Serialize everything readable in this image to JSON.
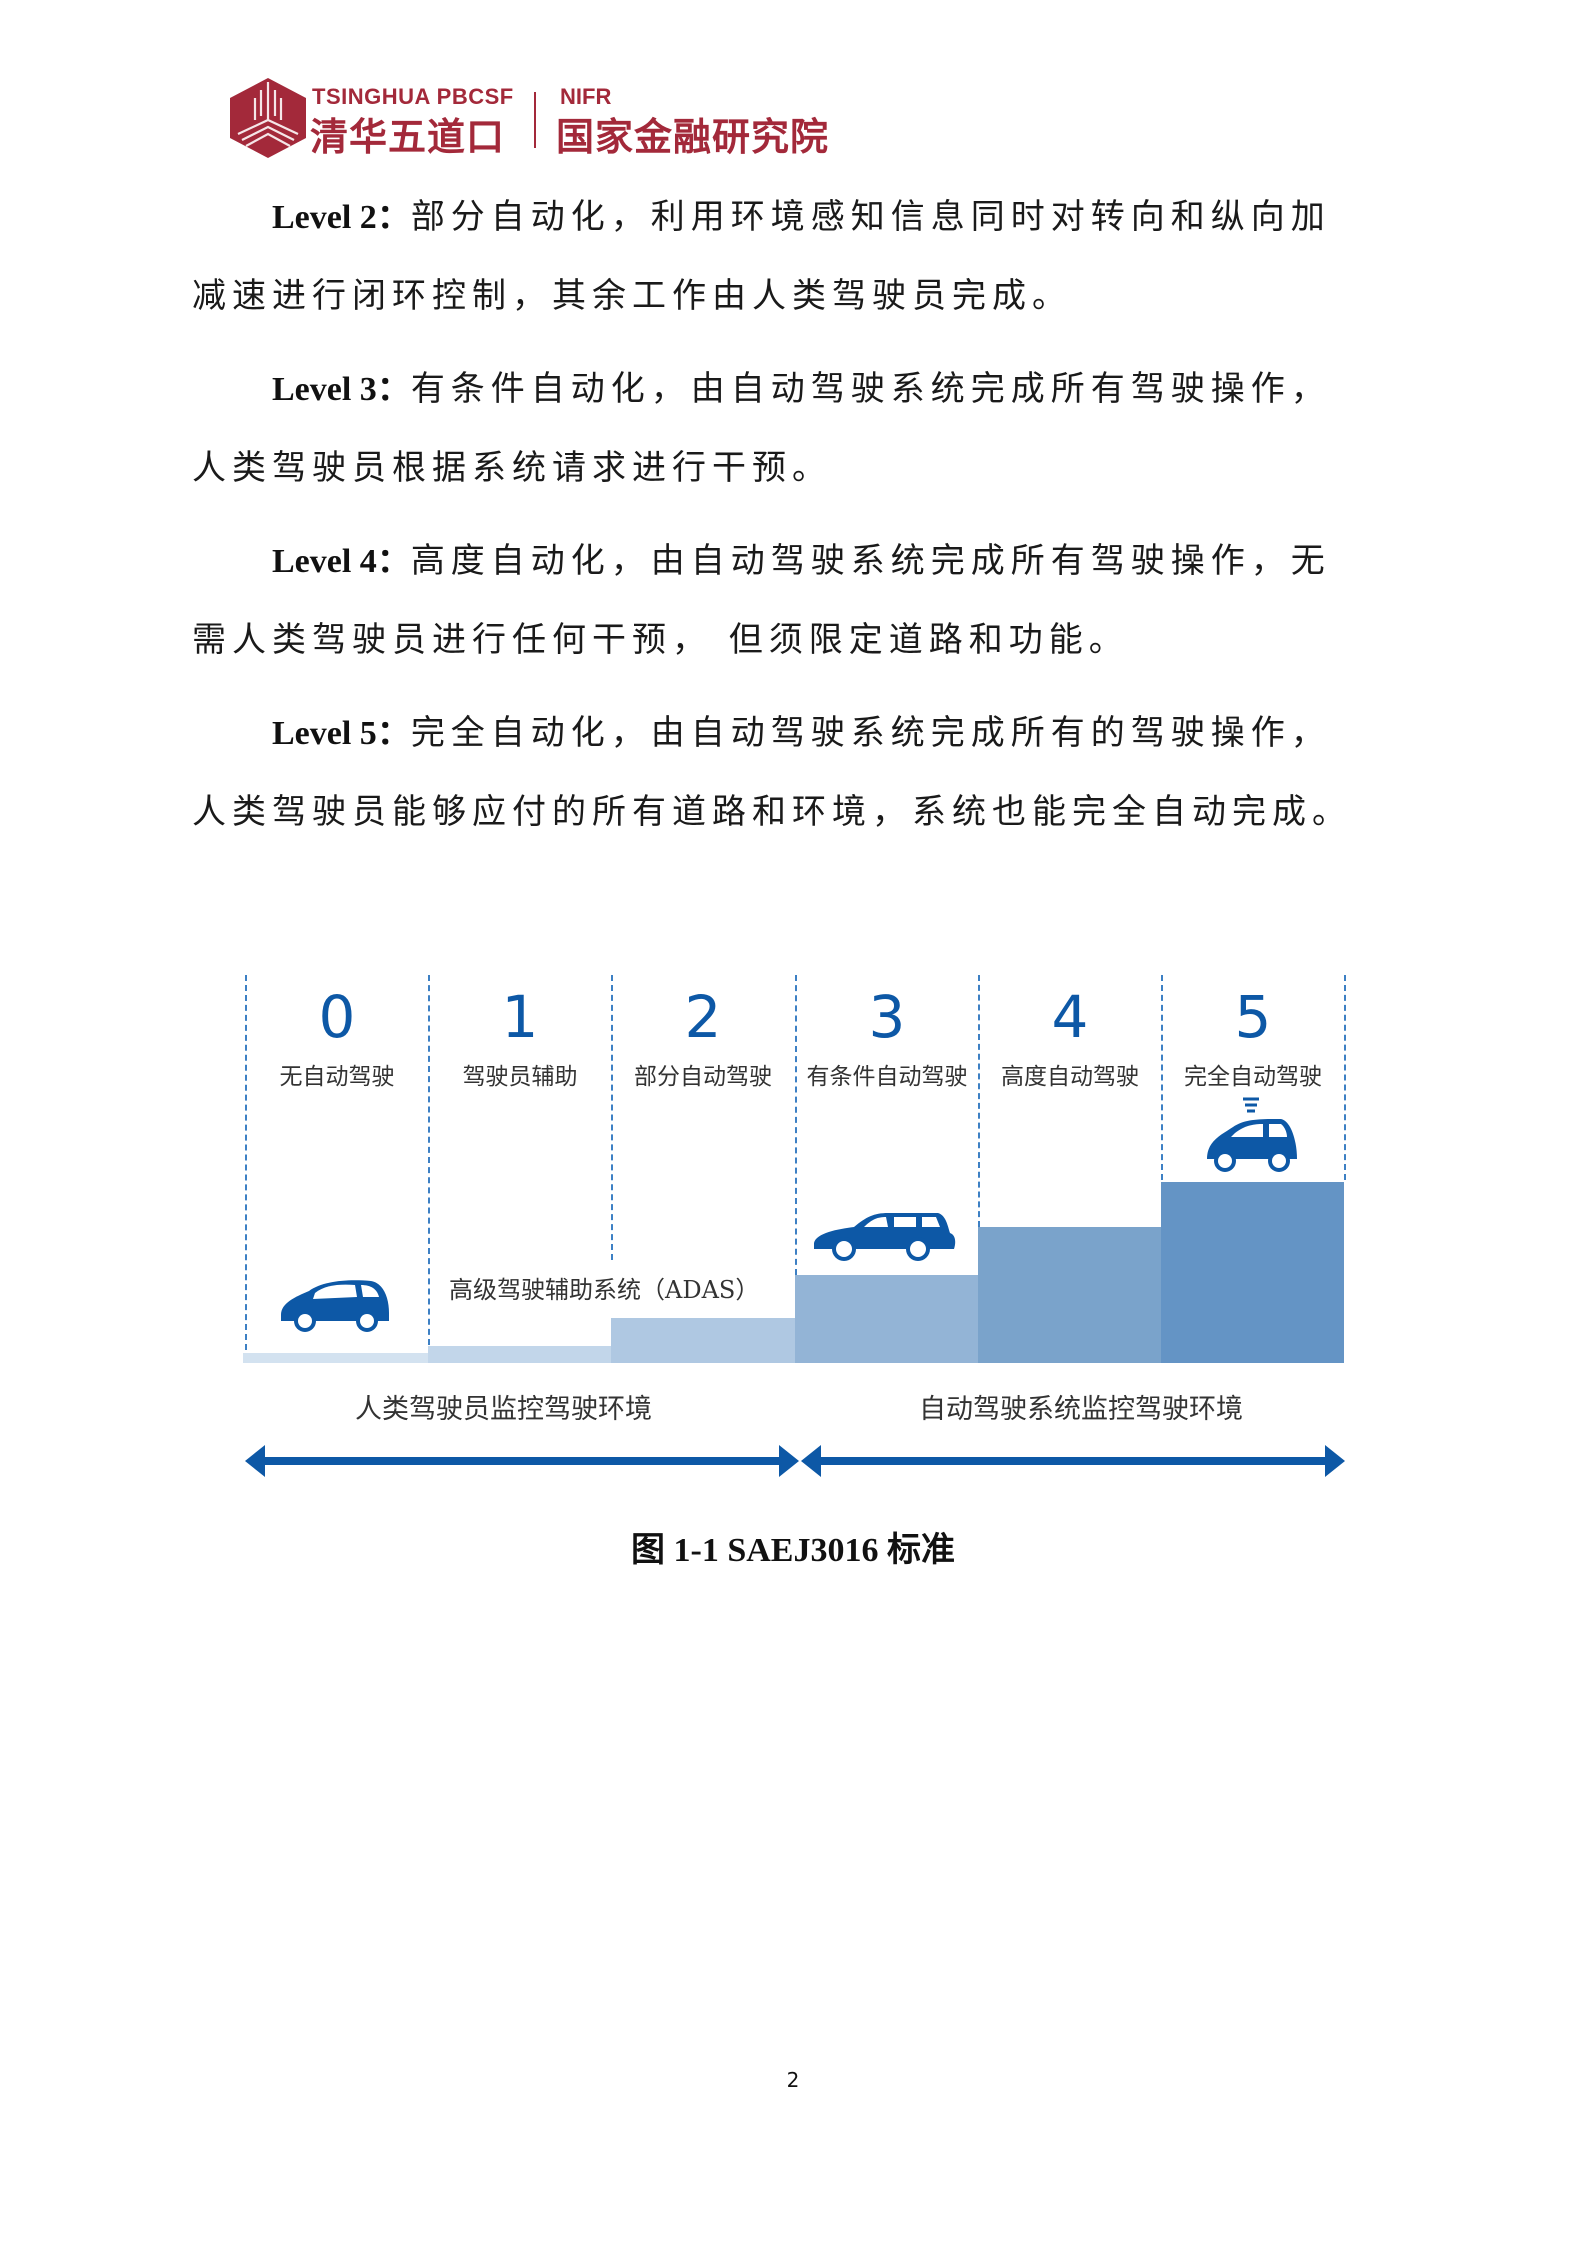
{
  "header": {
    "logo_left_en": "TSINGHUA PBCSF",
    "logo_left_cn": "清华五道口",
    "logo_right_en": "NIFR",
    "logo_right_cn": "国家金融研究院",
    "brand_color": "#A3293A"
  },
  "paragraphs": [
    {
      "lead": "Level 2：",
      "line1": "部分自动化，利用环境感知信息同时对转向和纵向加",
      "line2": "减速进行闭环控制，其余工作由人类驾驶员完成。"
    },
    {
      "lead": "Level 3：",
      "line1": "有条件自动化，由自动驾驶系统完成所有驾驶操作，",
      "line2": "人类驾驶员根据系统请求进行干预。"
    },
    {
      "lead": "Level 4：",
      "line1": "高度自动化，由自动驾驶系统完成所有驾驶操作，无",
      "line2": "需人类驾驶员进行任何干预， 但须限定道路和功能。"
    },
    {
      "lead": "Level 5：",
      "line1": "完全自动化，由自动驾驶系统完成所有的驾驶操作，",
      "line2": "人类驾驶员能够应付的所有道路和环境，系统也能完全自动完成。"
    }
  ],
  "figure": {
    "levels": [
      {
        "num": "0",
        "name": "无自动驾驶",
        "step_color": "#D3E2F0"
      },
      {
        "num": "1",
        "name": "驾驶员辅助",
        "step_color": "#C2D6EA"
      },
      {
        "num": "2",
        "name": "部分自动驾驶",
        "step_color": "#AFC8E2"
      },
      {
        "num": "3",
        "name": "有条件自动驾驶",
        "step_color": "#93B4D6"
      },
      {
        "num": "4",
        "name": "高度自动驾驶",
        "step_color": "#7AA3CB"
      },
      {
        "num": "5",
        "name": "完全自动驾驶",
        "step_color": "#6494C5"
      }
    ],
    "adas_label": "高级驾驶辅助系统（ADAS）",
    "human_monitor_label": "人类驾驶员监控驾驶环境",
    "system_monitor_label": "自动驾驶系统监控驾驶环境",
    "accent_color": "#0D58A6",
    "caption": "图 1-1  SAEJ3016 标准"
  },
  "page_number": "2"
}
